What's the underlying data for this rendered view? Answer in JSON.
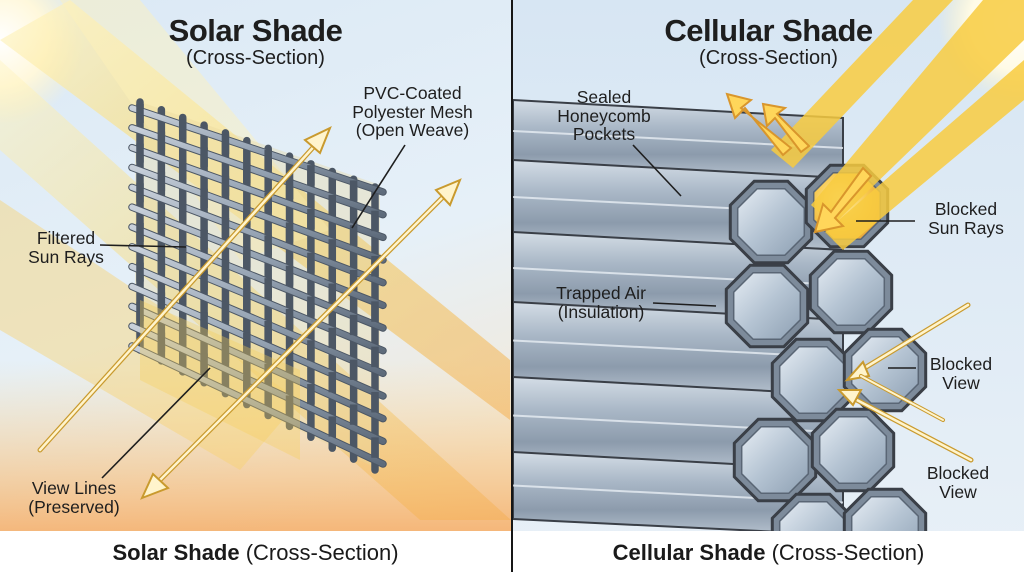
{
  "solar": {
    "title": "Solar Shade",
    "subtitle": "(Cross-Section)",
    "labels": {
      "mesh_line1": "PVC-Coated",
      "mesh_line2": "Polyester Mesh",
      "mesh_line3": "(Open Weave)",
      "filtered_line1": "Filtered",
      "filtered_line2": "Sun Rays",
      "view_line1": "View Lines",
      "view_line2": "(Preserved)"
    },
    "caption_bold": "Solar Shade",
    "caption_rest": " (Cross-Section)"
  },
  "cellular": {
    "title": "Cellular Shade",
    "subtitle": "(Cross-Section)",
    "labels": {
      "pockets_line1": "Sealed",
      "pockets_line2": "Honeycomb",
      "pockets_line3": "Pockets",
      "blocked_rays_line1": "Blocked",
      "blocked_rays_line2": "Sun Rays",
      "air_line1": "Trapped Air",
      "air_line2": "(Insulation)",
      "blocked_view1_line1": "Blocked",
      "blocked_view1_line2": "View",
      "blocked_view2_line1": "Blocked",
      "blocked_view2_line2": "View"
    },
    "caption_bold": "Cellular Shade",
    "caption_rest": " (Cross-Section)"
  },
  "colors": {
    "sky": "#dbe9f5",
    "sun_ray": "#f7c73e",
    "mesh_fiber": "#8d9db0",
    "cell_fill": "#aebdcc",
    "outline": "#3a3f47",
    "divider": "#161616"
  }
}
